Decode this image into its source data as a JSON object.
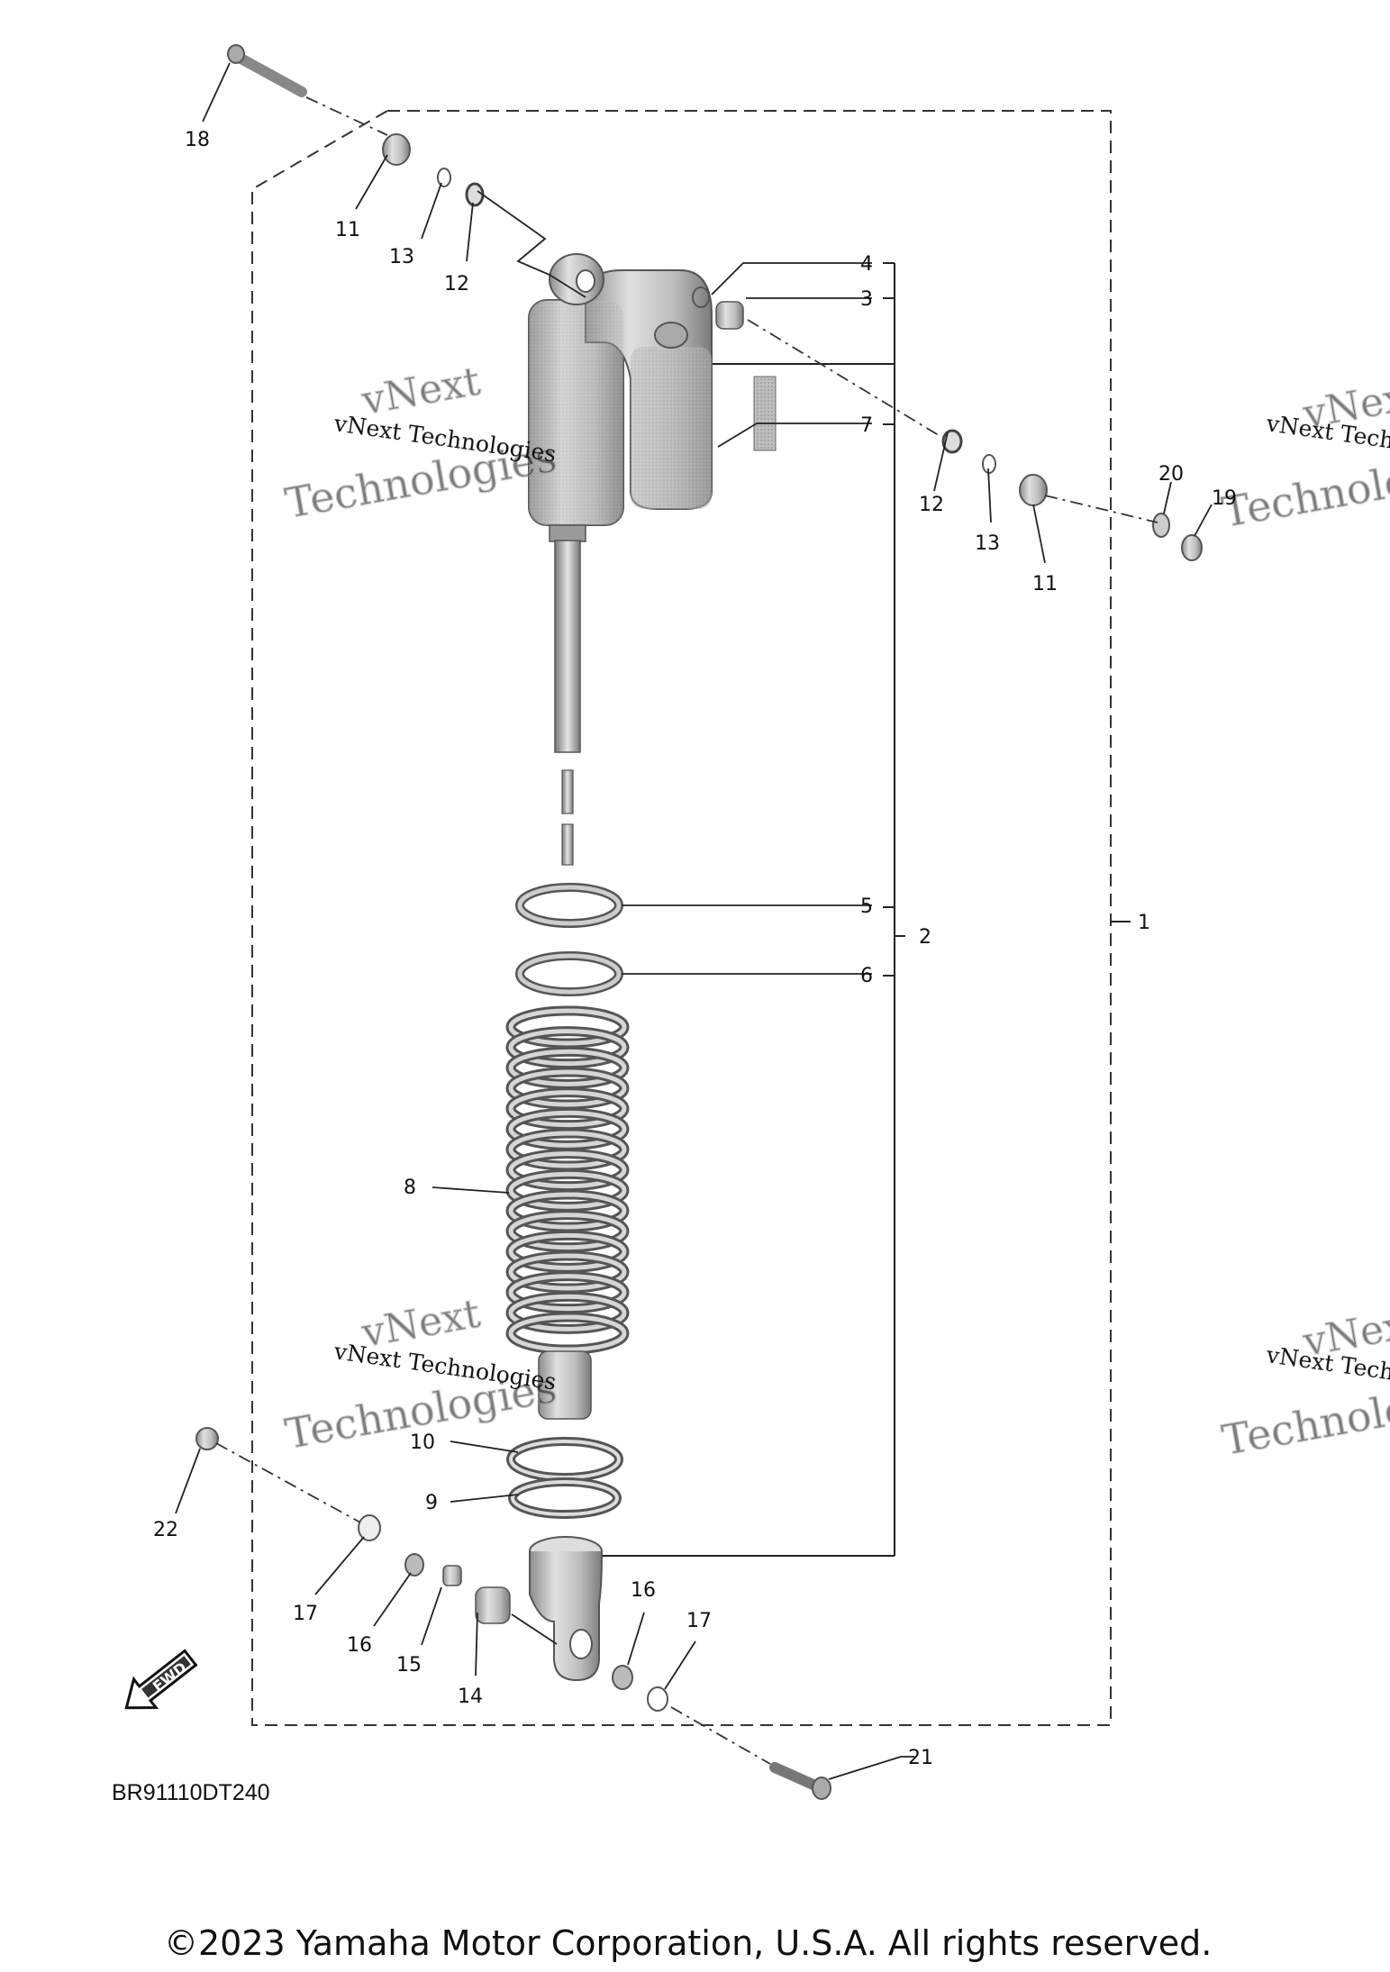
{
  "diagram": {
    "catalog_code": "BR91110DT240",
    "fwd_label": "FWD",
    "watermark_line1": "vNext Technologies",
    "watermark_line2": "Technologies",
    "watermark_line3": "vNext",
    "part_numbers": {
      "p1": "1",
      "p2": "2",
      "p3": "3",
      "p4": "4",
      "p5": "5",
      "p6": "6",
      "p7": "7",
      "p8": "8",
      "p9": "9",
      "p10": "10",
      "p11a": "11",
      "p11b": "11",
      "p12a": "12",
      "p12b": "12",
      "p13a": "13",
      "p13b": "13",
      "p14": "14",
      "p15": "15",
      "p16a": "16",
      "p16b": "16",
      "p17a": "17",
      "p17b": "17",
      "p18": "18",
      "p19": "19",
      "p20": "20",
      "p21": "21",
      "p22": "22"
    }
  },
  "footer": {
    "copyright": "©2023 Yamaha Motor Corporation, U.S.A. All rights reserved."
  }
}
